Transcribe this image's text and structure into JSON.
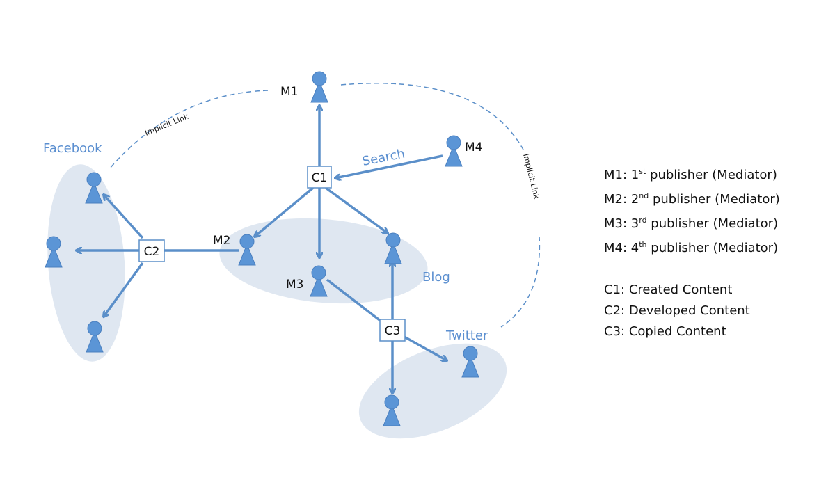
{
  "nodes": {
    "m1": "M1",
    "m2": "M2",
    "m3": "M3",
    "m4": "M4",
    "c1": "C1",
    "c2": "C2",
    "c3": "C3"
  },
  "groups": {
    "facebook": "Facebook",
    "blog": "Blog",
    "twitter": "Twitter"
  },
  "edge_labels": {
    "search": "Search",
    "implicit_left": "Implicit Link",
    "implicit_right": "Implicit Link"
  },
  "legend": {
    "mediators": [
      {
        "key": "M1:",
        "num": "1",
        "sup": "st",
        "text": "publisher (Mediator)"
      },
      {
        "key": "M2:",
        "num": "2",
        "sup": "nd",
        "text": "publisher (Mediator)"
      },
      {
        "key": "M3:",
        "num": "3",
        "sup": "rd",
        "text": "publisher (Mediator)"
      },
      {
        "key": "M4:",
        "num": "4",
        "sup": "th",
        "text": "publisher (Mediator)"
      }
    ],
    "contents": [
      {
        "key": "C1:",
        "text": "Created Content"
      },
      {
        "key": "C2:",
        "text": "Developed Content"
      },
      {
        "key": "C3:",
        "text": "Copied Content"
      }
    ]
  },
  "colors": {
    "edge": "#5b8fc9",
    "ellipse": "#dfe7f1",
    "person": "#5b95d6"
  }
}
